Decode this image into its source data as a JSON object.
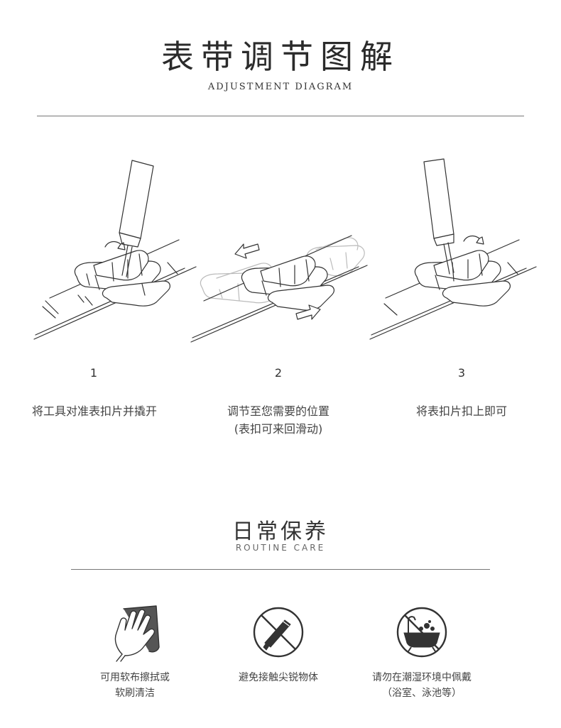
{
  "adjustment": {
    "title": "表带调节图解",
    "subtitle": "ADJUSTMENT DIAGRAM",
    "steps": [
      {
        "number": "1",
        "lines": [
          "将工具对准表扣片并撬开"
        ]
      },
      {
        "number": "2",
        "lines": [
          "调节至您需要的位置",
          "(表扣可来回滑动)"
        ]
      },
      {
        "number": "3",
        "lines": [
          "将表扣片扣上即可"
        ]
      }
    ]
  },
  "care": {
    "title": "日常保养",
    "subtitle": "ROUTINE CARE",
    "items": [
      {
        "icon": "hand-cloth-icon",
        "lines": [
          "可用软布擦拭或",
          "软刷清洁"
        ]
      },
      {
        "icon": "no-knife-icon",
        "lines": [
          "避免接触尖锐物体"
        ]
      },
      {
        "icon": "no-bath-icon",
        "lines": [
          "请勿在潮湿环境中佩戴",
          "（浴室、泳池等）"
        ]
      }
    ]
  },
  "colors": {
    "line": "#333333",
    "rule": "#777777",
    "ghost": "#bbbbbb"
  }
}
